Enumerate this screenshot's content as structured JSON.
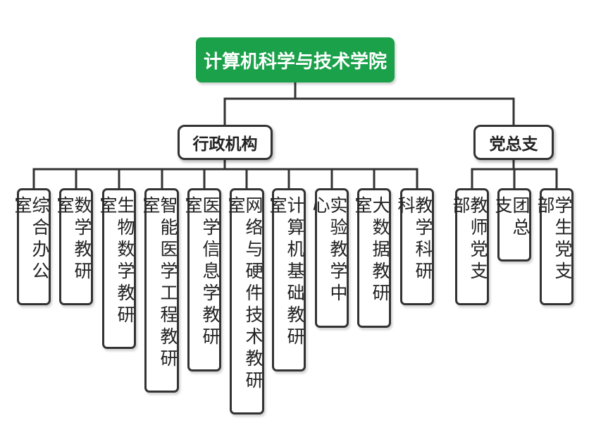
{
  "root": {
    "label": "计算机科学与技术学院"
  },
  "branches": [
    {
      "label": "行政机构",
      "children": [
        "综合办公室",
        "数学教研室",
        "生物数学教研室",
        "智能医学工程教研室",
        "医学信息学教研室",
        "网络与硬件技术教研室",
        "计算机基础教研室",
        "实验教学中心",
        "大数据教研室",
        "教学科研科"
      ]
    },
    {
      "label": "党总支",
      "children": [
        "教师党支部",
        "团总支",
        "学生党支部"
      ]
    }
  ],
  "colors": {
    "root_fill": "#1aa14a",
    "root_text": "#ffffff",
    "line": "#333333",
    "node_border": "#333333",
    "node_fill": "#ffffff"
  }
}
